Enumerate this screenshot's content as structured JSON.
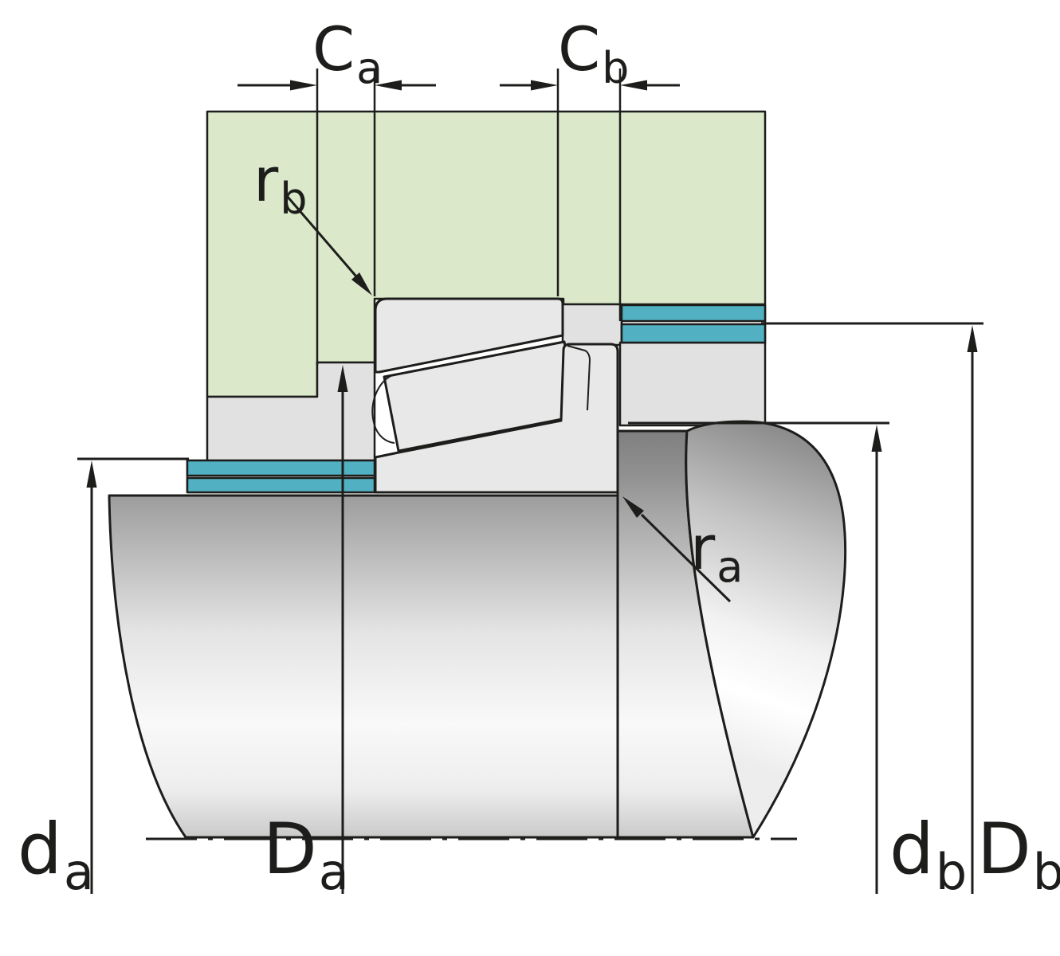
{
  "diagram": {
    "labels": {
      "c_a": {
        "main": "C",
        "sub": "a"
      },
      "c_b": {
        "main": "C",
        "sub": "b"
      },
      "r_b": {
        "main": "r",
        "sub": "b"
      },
      "r_a": {
        "main": "r",
        "sub": "a"
      },
      "d_a": {
        "main": "d",
        "sub": "a"
      },
      "D_a": {
        "main": "D",
        "sub": "a"
      },
      "d_b": {
        "main": "d",
        "sub": "b"
      },
      "D_b": {
        "main": "D",
        "sub": "b"
      }
    },
    "colors": {
      "housing_green": "#dbe8ca",
      "spacer_teal": "#52b0c3",
      "machine_gray": "#e1e1e1",
      "bearing_gray": "#e8e8e8",
      "outline": "#1d1d1b",
      "background": "#ffffff"
    }
  }
}
